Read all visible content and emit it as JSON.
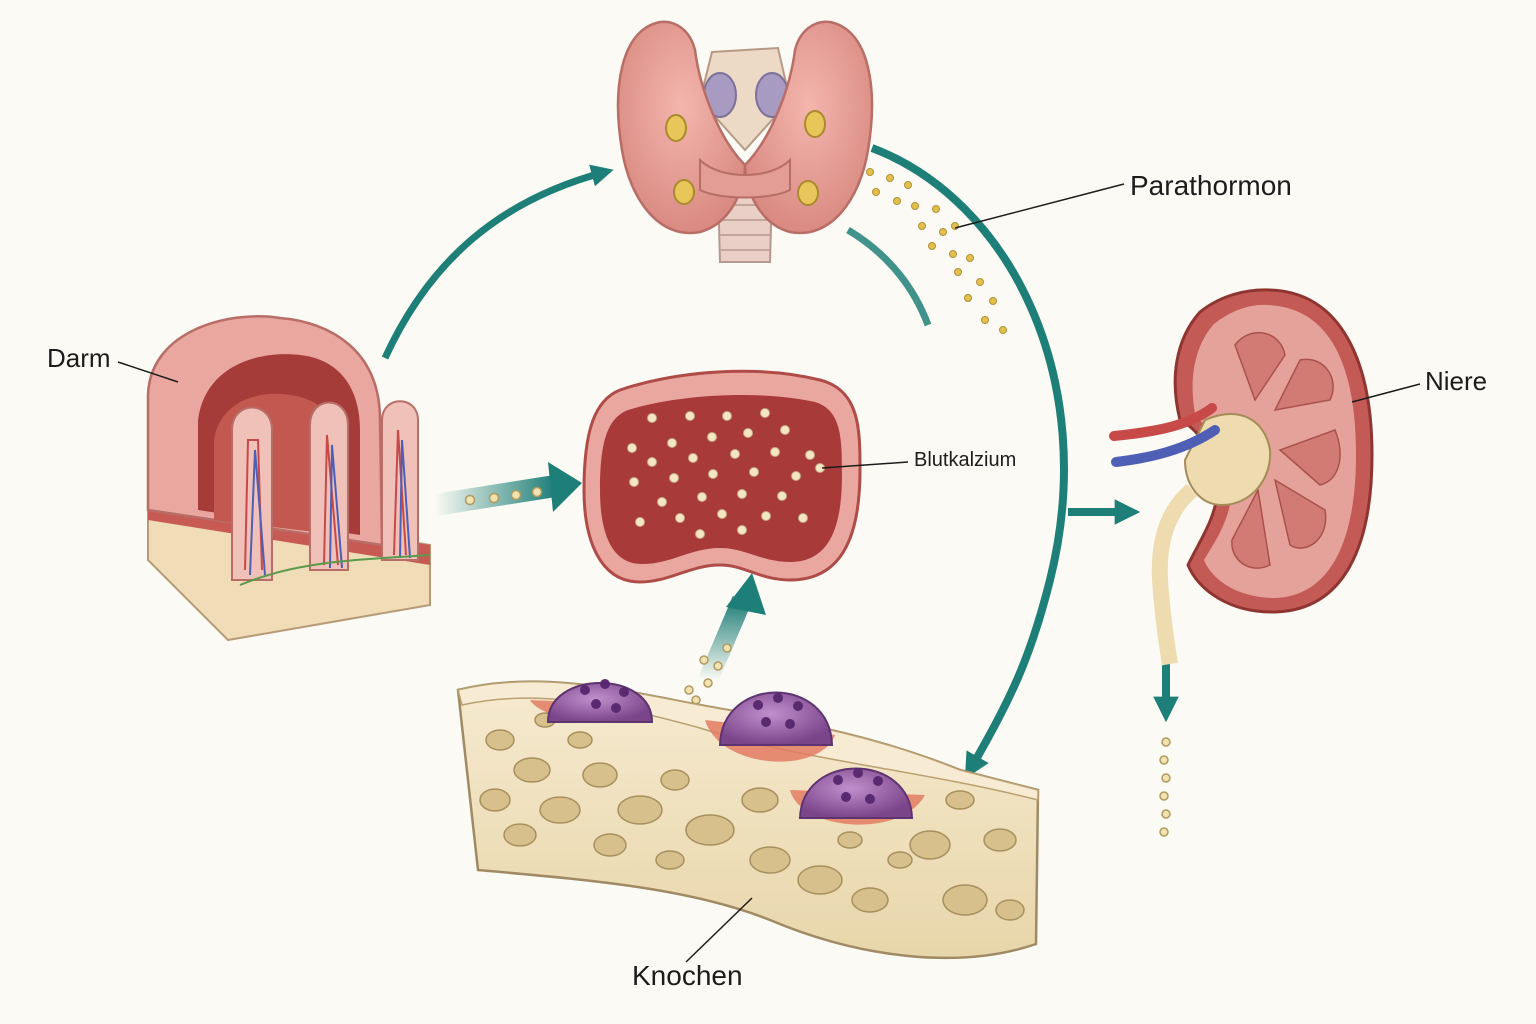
{
  "labels": {
    "darm": "Darm",
    "parathormon": "Parathormon",
    "niere": "Niere",
    "blutkalzium": "Blutkalzium",
    "knochen": "Knochen"
  },
  "colors": {
    "arrow": "#1e7f78",
    "calcium_dot": "#f1e3b0",
    "hormone_dot": "#e2c04a",
    "tissue_pink": "#e9a7a0",
    "vessel_red": "#c74a48",
    "bone": "#f0e2bf",
    "osteoclast": "#8f5aa0"
  }
}
